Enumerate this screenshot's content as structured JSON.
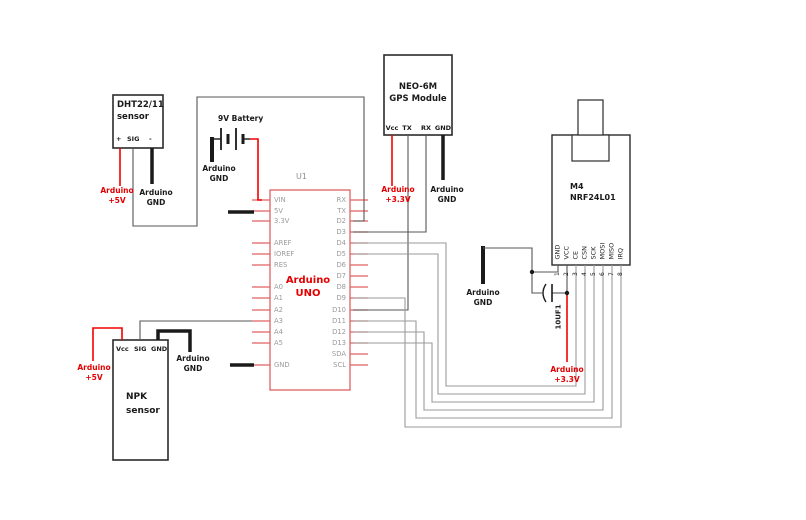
{
  "diagram": {
    "dht": {
      "title1": "DHT22/11",
      "title2": "sensor",
      "pin_plus": "+",
      "pin_sig": "SIG",
      "pin_minus": "-"
    },
    "battery": {
      "label": "9V Battery"
    },
    "arduino": {
      "ref": "U1",
      "name1": "Arduino",
      "name2": "UNO",
      "left_pins": [
        "VIN",
        "5V",
        "3.3V",
        "AREF",
        "IOREF",
        "RES",
        "A0",
        "A1",
        "A2",
        "A3",
        "A4",
        "A5",
        "GND"
      ],
      "right_pins": [
        "RX",
        "TX",
        "D2",
        "D3",
        "D4",
        "D5",
        "D6",
        "D7",
        "D8",
        "D9",
        "D10",
        "D11",
        "D12",
        "D13",
        "SDA",
        "SCL"
      ]
    },
    "gps": {
      "title1": "NEO-6M",
      "title2": "GPS Module",
      "pins": [
        "Vcc",
        "TX",
        "RX",
        "GND"
      ]
    },
    "nrf": {
      "ref": "M4",
      "name": "NRF24L01",
      "pins": [
        "GND",
        "VCC",
        "CE",
        "CSN",
        "SCK",
        "MOSI",
        "MISO",
        "IRQ"
      ],
      "numbers": [
        "1",
        "2",
        "3",
        "4",
        "5",
        "6",
        "7",
        "8"
      ]
    },
    "capacitor": {
      "label": "10UF1"
    },
    "npk": {
      "title1": "NPK",
      "title2": "sensor",
      "pins": [
        "Vcc",
        "SIG",
        "GND"
      ]
    },
    "terminals": {
      "dht_5v": {
        "l1": "Arduino",
        "l2": "+5V"
      },
      "dht_gnd": {
        "l1": "Arduino",
        "l2": "GND"
      },
      "batt_gnd": {
        "l1": "Arduino",
        "l2": "GND"
      },
      "gps_33v": {
        "l1": "Arduino",
        "l2": "+3.3V"
      },
      "gps_gnd": {
        "l1": "Arduino",
        "l2": "GND"
      },
      "nrf_gnd": {
        "l1": "Arduino",
        "l2": "GND"
      },
      "nrf_33v": {
        "l1": "Arduino",
        "l2": "+3.3V"
      },
      "npk_5v": {
        "l1": "Arduino",
        "l2": "+5V"
      },
      "npk_gnd": {
        "l1": "Arduino",
        "l2": "GND"
      }
    },
    "colors": {
      "power": "#f40000",
      "ground": "#1a1a1a",
      "signal": "#565656",
      "bus": "#9a9a9a",
      "arduino_outline": "#e06060",
      "box_outline": "#2b2b2b"
    },
    "connections": [
      "DHT22/11 + -> Arduino +5V",
      "DHT22/11 SIG -> Arduino D2",
      "DHT22/11 - -> Arduino GND",
      "9V Battery - -> Arduino GND",
      "9V Battery + -> Arduino VIN",
      "NEO-6M Vcc -> Arduino +3.3V",
      "NEO-6M TX -> Arduino D10",
      "NEO-6M RX -> Arduino D3",
      "NEO-6M GND -> Arduino GND",
      "NRF24L01 GND(1) -> Arduino GND",
      "NRF24L01 VCC(2) -> Arduino +3.3V",
      "NRF24L01 CE(3) -> Arduino D4",
      "NRF24L01 CSN(4) -> Arduino D5",
      "NRF24L01 SCK(5) -> Arduino D13",
      "NRF24L01 MOSI(6) -> Arduino D11",
      "NRF24L01 MISO(7) -> Arduino D12",
      "NRF24L01 IRQ(8) -> Arduino D9",
      "10UF1 capacitor between NRF24L01 GND and VCC",
      "NPK Vcc -> Arduino +5V",
      "NPK SIG -> Arduino A3",
      "NPK GND -> Arduino GND"
    ]
  }
}
